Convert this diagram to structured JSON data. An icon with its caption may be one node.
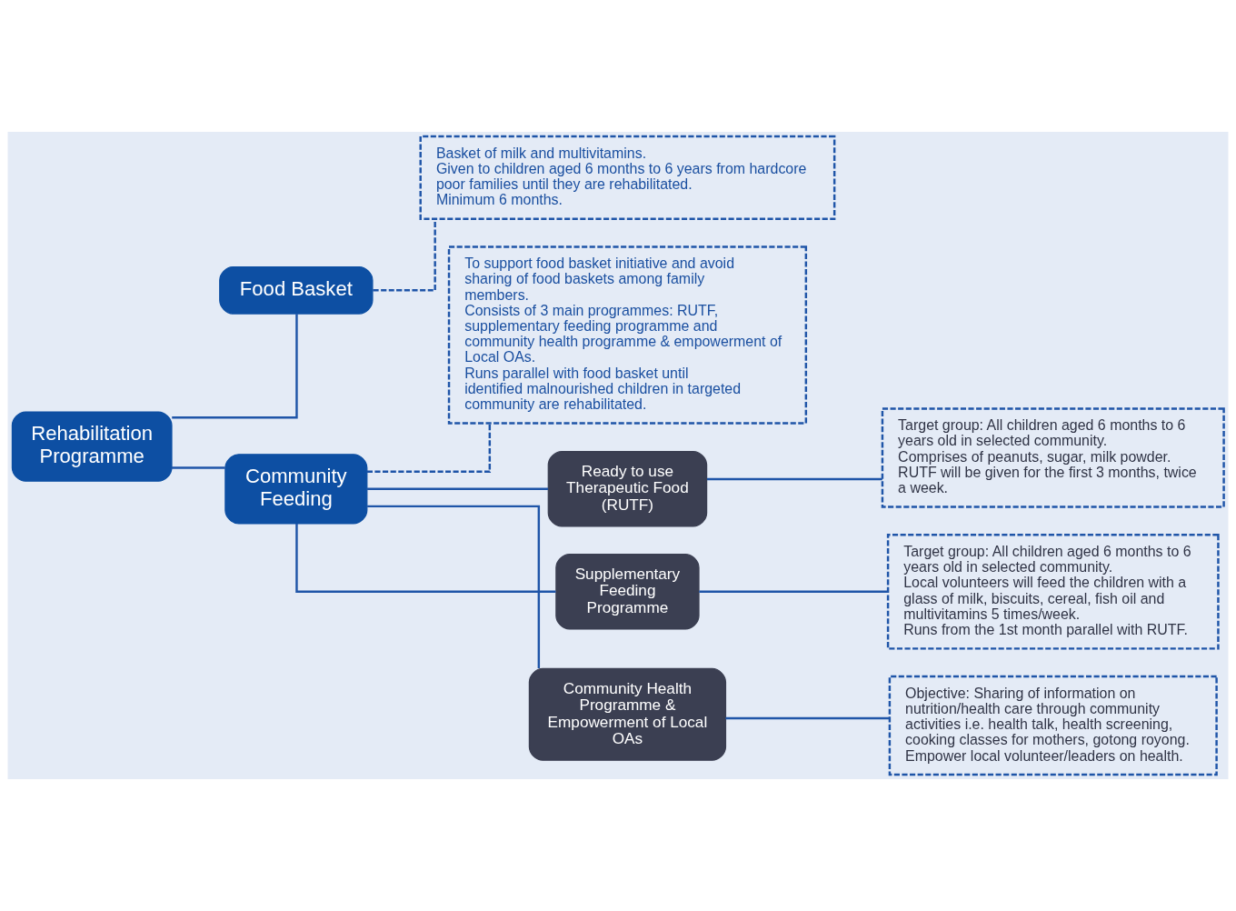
{
  "diagram": {
    "nodes": [
      {
        "text": [
          "Food Basket"
        ]
      },
      {
        "text": [
          "Basket of milk and multivitamins.",
          "Given to children aged 6 months to 6 years from hardcore poor families until they are rehabilitated.",
          "Minimum 6 months."
        ]
      },
      {
        "text": [
          "Rehabilitation Programme"
        ]
      },
      {
        "text": [
          "Community Feeding"
        ]
      },
      {
        "text": [
          "To support food basket initiative and avoid sharing of food baskets among family members.",
          "Consists of 3 main programmes: RUTF, supplementary feeding programme and community health programme & empowerment of Local OAs.",
          "Runs parallel with food basket until identified malnourished children in targeted community are rehabilitated."
        ]
      },
      {
        "text": [
          "Ready to use Therapeutic Food (RUTF)"
        ]
      },
      {
        "text": [
          "Target group: All children aged 6 months to 6 years old in selected community.",
          "Comprises of peanuts, sugar, milk powder.",
          "RUTF will be given for the first 3 months, twice a week."
        ]
      },
      {
        "text": [
          "Supplementary Feeding Programme"
        ]
      },
      {
        "text": [
          "Target group: All children aged 6 months to 6 years old in selected community.",
          "Local volunteers will feed the children with a glass of milk, biscuits, cereal, fish oil and multivitamins 5 times/week.",
          "Runs from the 1st month parallel with RUTF."
        ]
      },
      {
        "text": [
          "Community Health Programme & Empowerment of Local OAs"
        ]
      },
      {
        "text": [
          "Objective: Sharing of information on nutrition/health care through community activities i.e. health talk, health screening, cooking classes for mothers, gotong royong.",
          "Empower local volunteer/leaders on health."
        ]
      }
    ],
    "edges": [
      {
        "from": 2,
        "to": 0,
        "arrow": "none"
      },
      {
        "from": 2,
        "to": 3,
        "arrow": "none"
      },
      {
        "from": 0,
        "to": 1,
        "arrow": "none",
        "style": "dashed"
      },
      {
        "from": 3,
        "to": 4,
        "arrow": "none",
        "style": "dashed"
      },
      {
        "from": 3,
        "to": 5,
        "arrow": "none"
      },
      {
        "from": 3,
        "to": 7,
        "arrow": "none"
      },
      {
        "from": 3,
        "to": 9,
        "arrow": "none"
      },
      {
        "from": 5,
        "to": 6,
        "arrow": "none"
      },
      {
        "from": 7,
        "to": 8,
        "arrow": "none"
      },
      {
        "from": 9,
        "to": 10,
        "arrow": "none"
      }
    ]
  }
}
